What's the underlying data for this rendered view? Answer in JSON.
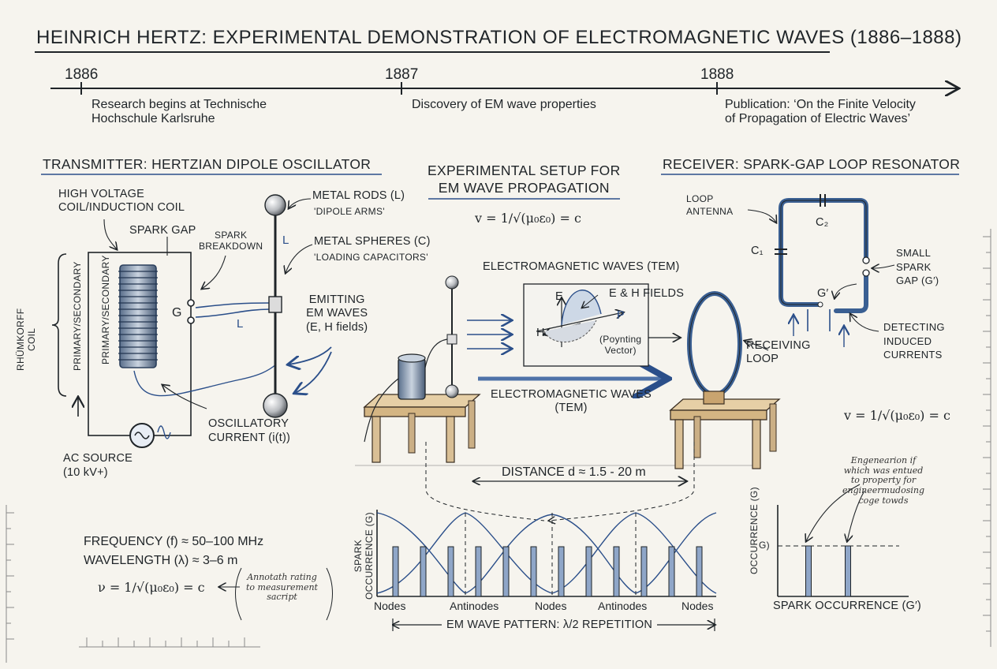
{
  "title": "HEINRICH HERTZ: EXPERIMENTAL DEMONSTRATION OF ELECTROMAGNETIC WAVES (1886–1888)",
  "timeline": [
    {
      "year": "1886",
      "text": "Research begins at Technische\nHochschule Karlsruhe"
    },
    {
      "year": "1887",
      "text": "Discovery of EM wave properties"
    },
    {
      "year": "1888",
      "text": "Publication: ‘On the Finite Velocity\nof Propagation of Electric Waves’"
    }
  ],
  "transmitter": {
    "heading": "TRANSMITTER: HERTZIAN DIPOLE OSCILLATOR",
    "coil_label": "HIGH VOLTAGE\nCOIL/INDUCTION COIL",
    "spark_gap": "SPARK GAP",
    "spark_breakdown": "SPARK\nBREAKDOWN",
    "ruhmkorff": "RHÜMKORFF\nCOIL",
    "primary_secondary": "PRIMARY/SECONDARY",
    "gap_symbol": "G",
    "metal_rods": "METAL RODS (L)",
    "dipole_arms": "'DIPOLE ARMS'",
    "metal_spheres": "METAL SPHERES (C)",
    "loading_caps": "'LOADING CAPACITORS'",
    "rod_symbol": "L",
    "emitting": "EMITTING\nEM WAVES\n(E, H fields)",
    "oscillatory": "OSCILLATORY\nCURRENT (i(t))",
    "ac_source": "AC SOURCE\n(10 kV+)"
  },
  "setup": {
    "heading": "EXPERIMENTAL SETUP FOR\nEM WAVE PROPAGATION",
    "formula": "v = 1/√(μ₀ε₀) = c",
    "em_waves_top": "ELECTROMAGNETIC WAVES (TEM)",
    "e_h_fields": "E & H FIELDS",
    "poynting": "(Poynting\nVector)",
    "vec_e": "E",
    "vec_h": "H",
    "vec_p": "P",
    "em_waves_bottom": "ELECTROMAGNETIC WAVES\n(TEM)",
    "receiving_loop": "RECEIVING\nLOOP",
    "distance": "DISTANCE d ≈ 1.5 - 20 m"
  },
  "receiver": {
    "heading": "RECEIVER: SPARK-GAP LOOP RESONATOR",
    "loop_antenna": "LOOP\nANTENNA",
    "c1": "C₁",
    "c2": "C₂",
    "small_gap": "SMALL\nSPARK\nGAP (G′)",
    "g_prime": "G′",
    "detecting": "DETECTING\nINDUCED\nCURRENTS",
    "formula": "v = 1/√(μ₀ε₀) = c"
  },
  "parameters": {
    "frequency": "FREQUENCY (f) ≈ 50–100 MHz",
    "wavelength": "WAVELENGTH (λ) ≈ 3–6 m",
    "formula": "ν = 1/√(μ₀ε₀) = c",
    "annotation": "Annotath rating\nto measurement\nsacript"
  },
  "chart_data": [
    {
      "type": "bar",
      "title": "",
      "ylabel": "SPARK\nOCCURRENCE (G)",
      "xlabel": "EM WAVE PATTERN: λ/2 REPETITION",
      "tick_labels": [
        "Nodes",
        "Antinodes",
        "Nodes",
        "Antinodes",
        "Nodes"
      ],
      "values": [
        0.6,
        0.6,
        0.6,
        0.6,
        0.6,
        0.6,
        0.6,
        0.6,
        0.6,
        0.6,
        0.6,
        0.6
      ],
      "wave": "standing wave envelope"
    },
    {
      "type": "bar",
      "title": "",
      "ylabel": "OCCURRENCE (G)",
      "xlabel": "SPARK OCCURRENCE (G′)",
      "threshold_label": "G)",
      "values": [
        1,
        1
      ],
      "annotation": "Engenearion if\nwhich was entued\nto property for\nengineermudosing\ncoge towds"
    }
  ],
  "colors": {
    "ink": "#1f2428",
    "accent": "#2b4f8a",
    "paper": "#f6f4ee",
    "wood": "#d9bf95"
  }
}
